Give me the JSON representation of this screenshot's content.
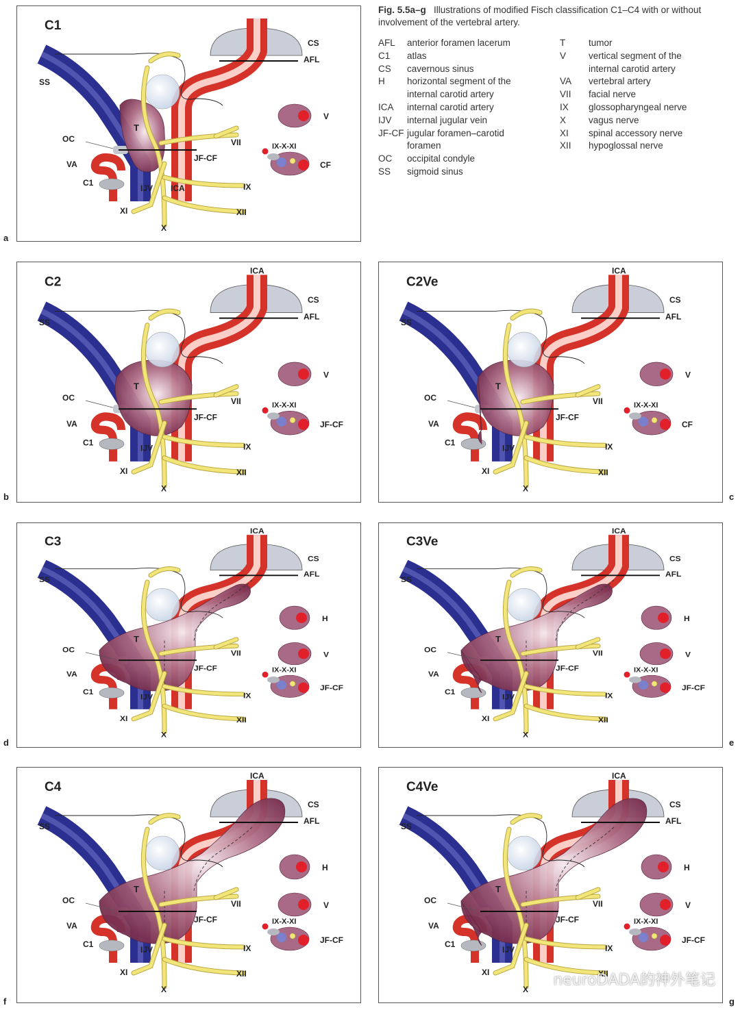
{
  "caption": {
    "fig_label": "Fig. 5.5a–g",
    "text": "Illustrations of modified Fisch classification C1–C4 with or without involvement of the vertebral artery."
  },
  "legend_left": [
    {
      "abbr": "AFL",
      "def": "anterior foramen lacerum"
    },
    {
      "abbr": "C1",
      "def": "atlas"
    },
    {
      "abbr": "CS",
      "def": "cavernous sinus"
    },
    {
      "abbr": "H",
      "def": "horizontal segment of the internal carotid artery"
    },
    {
      "abbr": "ICA",
      "def": "internal carotid artery"
    },
    {
      "abbr": "IJV",
      "def": "internal jugular vein"
    },
    {
      "abbr": "JF-CF",
      "def": "jugular foramen–carotid foramen"
    },
    {
      "abbr": "OC",
      "def": "occipital condyle"
    },
    {
      "abbr": "SS",
      "def": "sigmoid sinus"
    }
  ],
  "legend_right": [
    {
      "abbr": "T",
      "def": "tumor"
    },
    {
      "abbr": "V",
      "def": "vertical segment of the internal carotid artery"
    },
    {
      "abbr": "VA",
      "def": "vertebral artery"
    },
    {
      "abbr": "VII",
      "def": "facial nerve"
    },
    {
      "abbr": "IX",
      "def": "glossopharyngeal nerve"
    },
    {
      "abbr": "X",
      "def": "vagus nerve"
    },
    {
      "abbr": "XI",
      "def": "spinal accessory nerve"
    },
    {
      "abbr": "XII",
      "def": "hypoglossal nerve"
    }
  ],
  "panels": [
    {
      "id": "a",
      "title": "C1",
      "stage": 1,
      "ve": false,
      "show_ica_top": false,
      "labels": {
        "SS": "SS",
        "OC": "OC",
        "VA": "VA",
        "C1": "C1",
        "T": "T",
        "IJV": "IJV",
        "ICA": "ICA",
        "XI": "XI",
        "X": "X",
        "XII": "XII",
        "IX": "IX",
        "VII": "VII",
        "JFCF": "JF-CF",
        "CS": "CS",
        "AFL": "AFL",
        "ICA_TOP": "",
        "H": "",
        "V": "V",
        "IXXXI": "IX-X-XI",
        "CF": "CF"
      }
    },
    {
      "id": "b",
      "title": "C2",
      "stage": 2,
      "ve": false,
      "show_ica_top": true,
      "labels": {
        "SS": "SS",
        "OC": "OC",
        "VA": "VA",
        "C1": "C1",
        "T": "T",
        "IJV": "IJV",
        "ICA": "",
        "XI": "XI",
        "X": "X",
        "XII": "XII",
        "IX": "IX",
        "VII": "VII",
        "JFCF": "JF-CF",
        "CS": "CS",
        "AFL": "AFL",
        "ICA_TOP": "ICA",
        "H": "",
        "V": "V",
        "IXXXI": "IX-X-XI",
        "CF": "JF-CF"
      }
    },
    {
      "id": "c",
      "title": "C2Ve",
      "stage": 2,
      "ve": true,
      "show_ica_top": true,
      "labels": {
        "SS": "SS",
        "OC": "OC",
        "VA": "VA",
        "C1": "C1",
        "T": "T",
        "IJV": "IJV",
        "ICA": "",
        "XI": "XI",
        "X": "X",
        "XII": "XII",
        "IX": "IX",
        "VII": "VII",
        "JFCF": "JF-CF",
        "CS": "CS",
        "AFL": "AFL",
        "ICA_TOP": "ICA",
        "H": "",
        "V": "V",
        "IXXXI": "IX-X-XI",
        "CF": "CF"
      }
    },
    {
      "id": "d",
      "title": "C3",
      "stage": 3,
      "ve": false,
      "show_ica_top": true,
      "labels": {
        "SS": "SS",
        "OC": "OC",
        "VA": "VA",
        "C1": "C1",
        "T": "T",
        "IJV": "IJV",
        "ICA": "",
        "XI": "XI",
        "X": "X",
        "XII": "XII",
        "IX": "IX",
        "VII": "VII",
        "JFCF": "JF-CF",
        "CS": "CS",
        "AFL": "AFL",
        "ICA_TOP": "ICA",
        "H": "H",
        "V": "V",
        "IXXXI": "IX-X-XI",
        "CF": "JF-CF"
      }
    },
    {
      "id": "e",
      "title": "C3Ve",
      "stage": 3,
      "ve": true,
      "show_ica_top": true,
      "labels": {
        "SS": "SS",
        "OC": "OC",
        "VA": "VA",
        "C1": "C1",
        "T": "T",
        "IJV": "IJV",
        "ICA": "",
        "XI": "XI",
        "X": "X",
        "XII": "XII",
        "IX": "IX",
        "VII": "VII",
        "JFCF": "JF-CF",
        "CS": "CS",
        "AFL": "AFL",
        "ICA_TOP": "ICA",
        "H": "H",
        "V": "V",
        "IXXXI": "IX-X-XI",
        "CF": "JF-CF"
      }
    },
    {
      "id": "f",
      "title": "C4",
      "stage": 4,
      "ve": false,
      "show_ica_top": true,
      "labels": {
        "SS": "SS",
        "OC": "OC",
        "VA": "VA",
        "C1": "C1",
        "T": "T",
        "IJV": "IJV",
        "ICA": "",
        "XI": "XI",
        "X": "X",
        "XII": "XII",
        "IX": "IX",
        "VII": "VII",
        "JFCF": "JF-CF",
        "CS": "CS",
        "AFL": "AFL",
        "ICA_TOP": "ICA",
        "H": "H",
        "V": "V",
        "IXXXI": "IX-X-XI",
        "CF": "JF-CF"
      }
    },
    {
      "id": "g",
      "title": "C4Ve",
      "stage": 4,
      "ve": true,
      "show_ica_top": true,
      "labels": {
        "SS": "SS",
        "OC": "OC",
        "VA": "VA",
        "C1": "C1",
        "T": "T",
        "IJV": "IJV",
        "ICA": "",
        "XI": "XI",
        "X": "X",
        "XII": "XII",
        "IX": "IX",
        "VII": "VII",
        "JFCF": "JF-CF",
        "CS": "CS",
        "AFL": "AFL",
        "ICA_TOP": "ICA",
        "H": "H",
        "V": "V",
        "IXXXI": "IX-X-XI",
        "CF": "JF-CF"
      }
    }
  ],
  "watermark": "neuroDADA的神外笔记",
  "colors": {
    "artery": "#e2382e",
    "vein": "#2b2f8f",
    "tumor": "#8e3f5c",
    "nerve": "#f2e57a",
    "sinus": "#c9ced8",
    "border": "#555555"
  }
}
